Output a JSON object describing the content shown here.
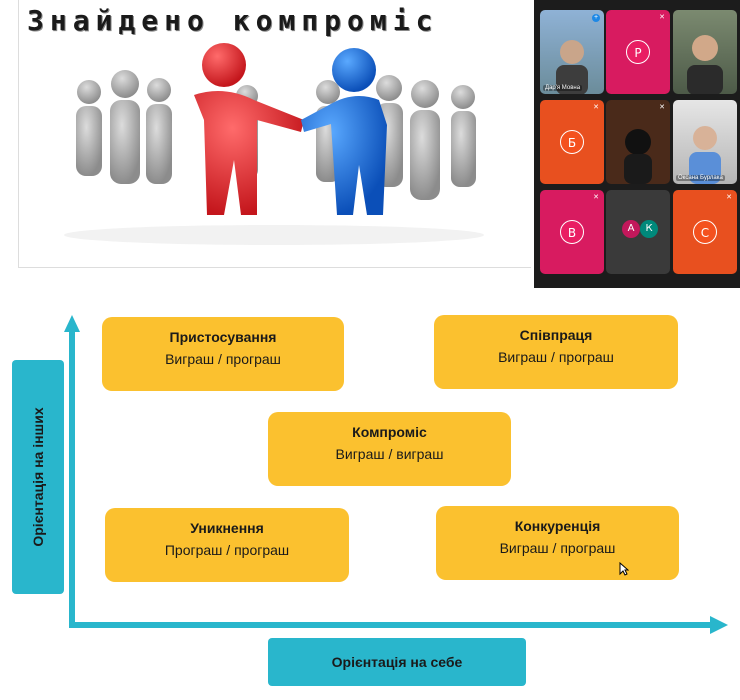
{
  "slide": {
    "title": "Знайдено компроміс"
  },
  "video_call": {
    "participants": [
      {
        "name": "Дар'я Мовна",
        "type": "camera"
      },
      {
        "initial": "Р",
        "color": "#d81b60",
        "type": "avatar"
      },
      {
        "name": "",
        "type": "camera"
      },
      {
        "initial": "Б",
        "color": "#e8501f",
        "type": "avatar"
      },
      {
        "name": "",
        "type": "camera"
      },
      {
        "name": "Оксана Бурлака",
        "type": "camera"
      },
      {
        "initial": "В",
        "color": "#d81b60",
        "type": "avatar"
      },
      {
        "initials": [
          "А",
          "К"
        ],
        "colors": [
          "#c2185b",
          "#00897b"
        ],
        "type": "group"
      },
      {
        "initial": "С",
        "color": "#e8501f",
        "type": "avatar"
      }
    ]
  },
  "diagram": {
    "y_axis_label": "Орієнтація на інших",
    "x_axis_label": "Орієнтація на себе",
    "colors": {
      "box": "#fbc12f",
      "axis": "#29b6cc"
    },
    "boxes": {
      "accommodation": {
        "title": "Пристосування",
        "subtitle": "Виграш / програш"
      },
      "collaboration": {
        "title": "Співпраця",
        "subtitle": "Виграш / програш"
      },
      "compromise": {
        "title": "Компроміс",
        "subtitle": "Виграш / виграш"
      },
      "avoidance": {
        "title": "Уникнення",
        "subtitle": "Програш / програш"
      },
      "competition": {
        "title": "Конкуренція",
        "subtitle": "Виграш / програш"
      }
    }
  }
}
